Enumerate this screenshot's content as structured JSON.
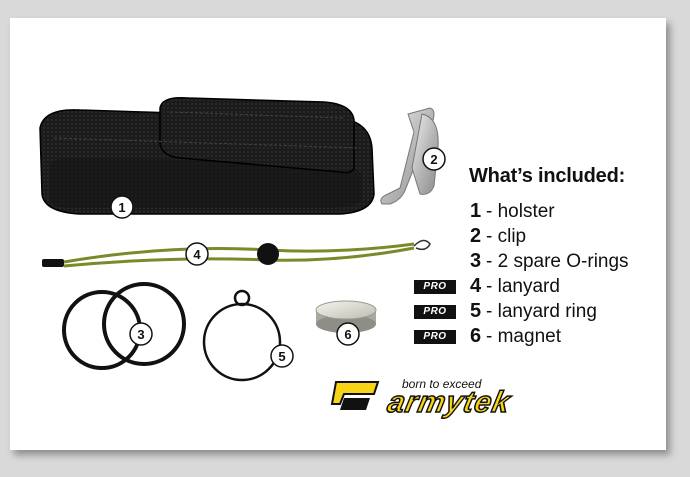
{
  "heading": "What’s included:",
  "items": [
    {
      "num": "1",
      "label": "- holster",
      "pro": false
    },
    {
      "num": "2",
      "label": "- clip",
      "pro": false
    },
    {
      "num": "3",
      "label": "- 2 spare O-rings",
      "pro": false
    },
    {
      "num": "4",
      "label": "- lanyard",
      "pro": true
    },
    {
      "num": "5",
      "label": "- lanyard ring",
      "pro": true
    },
    {
      "num": "6",
      "label": "- magnet",
      "pro": true
    }
  ],
  "pro_badge": "PRO",
  "callouts": [
    "1",
    "2",
    "3",
    "4",
    "5",
    "6"
  ],
  "logo": {
    "tagline": "born to exceed",
    "brand": "armytek"
  },
  "colors": {
    "brand_yellow": "#f7d417",
    "lanyard_green": "#7a8a2a",
    "ink": "#111111"
  },
  "icons": [
    "holster-icon",
    "clip-icon",
    "lanyard-icon",
    "o-ring-icon",
    "lanyard-ring-icon",
    "magnet-icon"
  ]
}
